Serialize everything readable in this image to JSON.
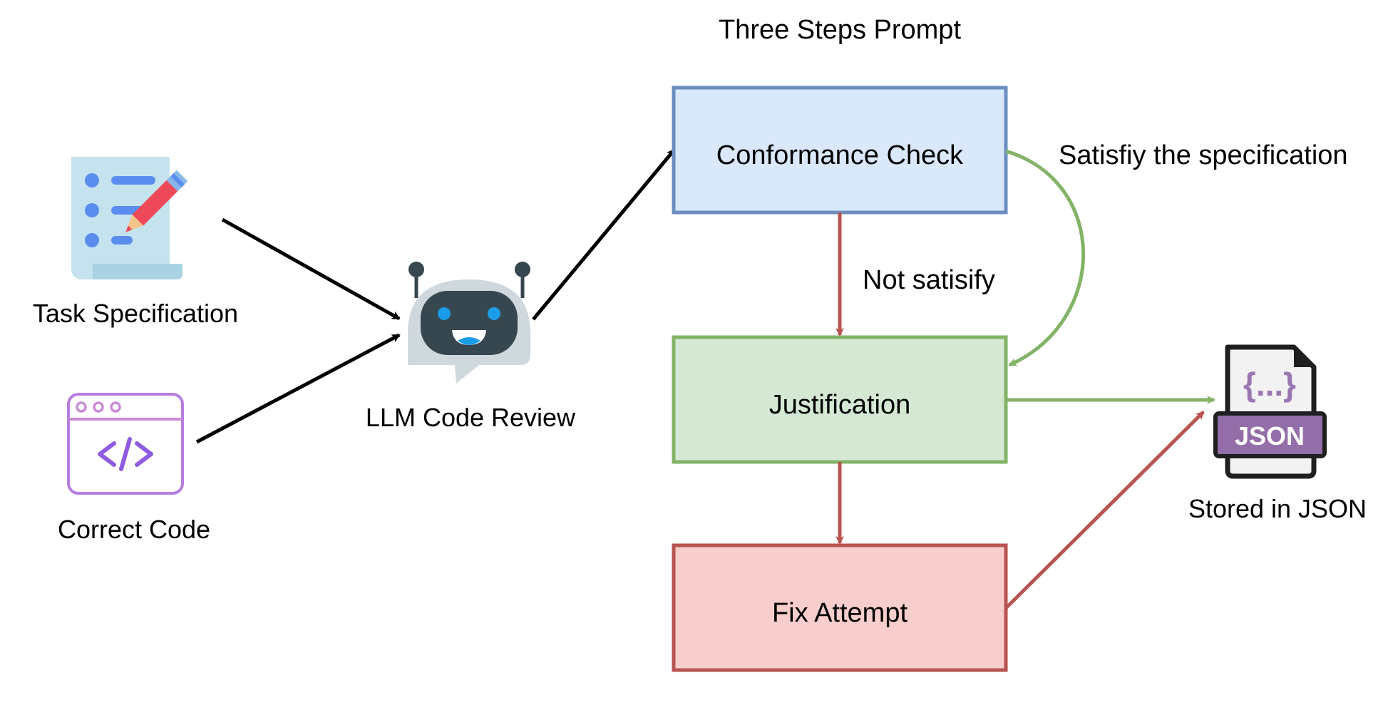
{
  "title": "Three Steps Prompt",
  "inputs": {
    "task_spec": {
      "label": "Task Specification",
      "icon": "document-pencil-icon"
    },
    "correct_code": {
      "label": "Correct Code",
      "icon": "code-window-icon"
    }
  },
  "reviewer": {
    "label": "LLM Code Review",
    "icon": "robot-icon"
  },
  "steps": {
    "conformance": {
      "label": "Conformance Check",
      "fill": "#dae8fc",
      "stroke": "#6c8ebf"
    },
    "justification": {
      "label": "Justification",
      "fill": "#d5e8d4",
      "stroke": "#82b366"
    },
    "fix": {
      "label": "Fix Attempt",
      "fill": "#f8cecc",
      "stroke": "#b85450"
    }
  },
  "edges": {
    "satisfy": "Satisfiy the specification",
    "not_satisfy": "Not satisify"
  },
  "output": {
    "label": "Stored in JSON",
    "badge": "JSON",
    "braces": "{...}",
    "icon": "json-file-icon"
  },
  "colors": {
    "black": "#000000",
    "green": "#82b366",
    "red": "#b85450"
  }
}
